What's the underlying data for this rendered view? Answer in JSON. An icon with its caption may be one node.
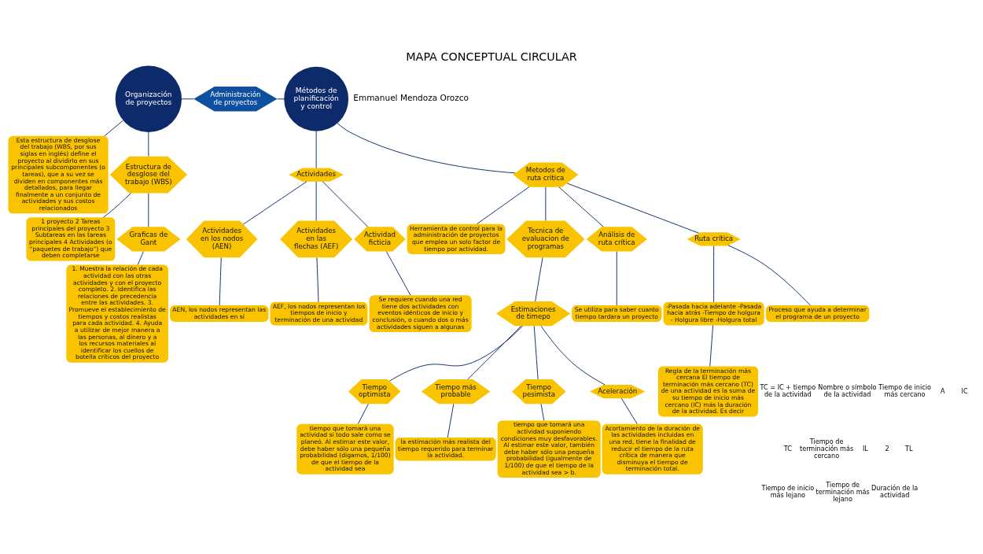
{
  "diagram": {
    "title": "MAPA CONCEPTUAL CIRCULAR",
    "nodes": [
      {
        "text": [
          "Organización de proyectos"
        ]
      },
      {
        "text": [
          "Administración de proyectos"
        ]
      },
      {
        "text": [
          "Métodos de planificación y control"
        ]
      },
      {
        "text": [
          "Esta estructura de desglose del trabajo (WBS, por sus siglas en inglés) define el proyecto al dividirlo en sus principales subcomponentes (o tareas), que a su vez se dividen en componentes más detallados, para llegar finalmente a un conjunto de actividades y sus costos relacionados"
        ]
      },
      {
        "text": [
          "Estructura de desglose del trabajo (WBS)"
        ]
      },
      {
        "text": [
          "1 proyecto 2 Tareas principales del proyecto 3 Subtareas en las tareas principales 4 Actividades (o “paquetes de trabajo”) que deben completarse"
        ]
      },
      {
        "text": [
          "Graficas de Gant"
        ]
      },
      {
        "text": [
          "1. Muestra la relación de cada actividad con las otras actividades y con el proyecto completo. 2. Identifica las relaciones de precedencia entre las actividades. 3. Promueve el establecimiento de tiempos y costos realistas para cada actividad. 4. Ayuda a utilizar de mejor manera a las personas, al dinero y a los recursos materiales al identificar los cuellos de botella críticos del proyecto"
        ]
      },
      {
        "text": [
          "Actividades"
        ]
      },
      {
        "text": [
          "Metodos de ruta critica"
        ]
      },
      {
        "text": [
          "Herramienta de control para la administración de proyectos que emplea un solo factor de tiempo por actividad."
        ]
      },
      {
        "text": [
          "Tecnica de evaluacion de programas"
        ]
      },
      {
        "text": [
          "Estimaciones de timepo"
        ]
      },
      {
        "text": [
          "Tiempo optimista"
        ]
      },
      {
        "text": [
          "tiempo que tomará una actividad si todo sale como se planeó. Al estimar este valor, debe haber sólo una pequeña probabilidad (digamos, 1/100) de que el tiempo de la actividad sea"
        ]
      },
      {
        "text": [
          "Tiempo más probable"
        ]
      },
      {
        "text": [
          "la estimación más realista del tiempo requerido para terminar la actividad."
        ]
      },
      {
        "text": [
          "Tiempo pesimista"
        ]
      },
      {
        "text": [
          "tiempo que tomará una actividad suponiendo condiciones muy desfavorables. Al estimar este valor, también debe haber sólo una pequeña probabilidad (igualmente de 1/100) de que el tiempo de la actividad sea > b."
        ]
      },
      {
        "text": [
          "Aceleración"
        ]
      },
      {
        "text": [
          "Acortamiento de la duración de las actividades incluidas en una red, tiene la finalidad de reducir el tiempo de la ruta crítica de manera que disminuya el tiempo de terminación total."
        ]
      },
      {
        "text": [
          "Análisis de ruta crítica"
        ]
      },
      {
        "text": [
          "Ruta crítica"
        ]
      },
      {
        "text": [
          "-Pasada hacia adelante -Pasada hacia atrás -Tiempo de holgura - Holgura libre -Holgura total"
        ]
      },
      {
        "text": [
          "Se utiliza para saber cuanto tiempo tardara un proyecto"
        ]
      },
      {
        "text": [
          "Proceso que ayuda a determinar el programa de un proyecto"
        ]
      },
      {
        "text": [
          "Regla de la terminación más cercana El tiempo de terminación más cercano (TC) de una actividad es la suma de su tiempo de inicio más cercano (IC) más la duración de la actividad. Es decir"
        ]
      },
      {
        "text": [
          "Actividades en los nodos (AEN)"
        ]
      },
      {
        "text": [
          "Actividades en las flechas (AEF)"
        ]
      },
      {
        "text": [
          "Actividad ficticia"
        ]
      },
      {
        "text": [
          "AEN, los nodos representan las actividades en sí"
        ]
      },
      {
        "text": [
          "AEF, los nodos representan los tiempos de inicio y terminación de una actividad"
        ]
      },
      {
        "text": [
          "Se requiere cuando una red tiene dos actividades con eventos idénticos de inicio y conclusión, o cuando dos o más actividades siguen a algunas"
        ]
      }
    ],
    "edges": [
      {
        "from": 0,
        "to": 1,
        "arrow": "none"
      },
      {
        "from": 1,
        "to": 2,
        "arrow": "none"
      },
      {
        "from": 0,
        "to": 3,
        "arrow": "none"
      },
      {
        "from": 0,
        "to": 4,
        "arrow": "none"
      },
      {
        "from": 4,
        "to": 5,
        "arrow": "none"
      },
      {
        "from": 4,
        "to": 6,
        "arrow": "none"
      },
      {
        "from": 6,
        "to": 7,
        "arrow": "none"
      },
      {
        "from": 2,
        "to": 8,
        "arrow": "none"
      },
      {
        "from": 2,
        "to": 9,
        "arrow": "none"
      },
      {
        "from": 9,
        "to": 10,
        "arrow": "none"
      },
      {
        "from": 9,
        "to": 11,
        "arrow": "none"
      },
      {
        "from": 11,
        "to": 12,
        "arrow": "none"
      },
      {
        "from": 12,
        "to": 13,
        "arrow": "none"
      },
      {
        "from": 13,
        "to": 14,
        "arrow": "none"
      },
      {
        "from": 12,
        "to": 15,
        "arrow": "none"
      },
      {
        "from": 15,
        "to": 16,
        "arrow": "none"
      },
      {
        "from": 12,
        "to": 17,
        "arrow": "none"
      },
      {
        "from": 17,
        "to": 18,
        "arrow": "none"
      },
      {
        "from": 12,
        "to": 19,
        "arrow": "none"
      },
      {
        "from": 19,
        "to": 20,
        "arrow": "none"
      },
      {
        "from": 9,
        "to": 21,
        "arrow": "none"
      },
      {
        "from": 9,
        "to": 22,
        "arrow": "none"
      },
      {
        "from": 22,
        "to": 23,
        "arrow": "none"
      },
      {
        "from": 23,
        "to": 26,
        "arrow": "none"
      },
      {
        "from": 21,
        "to": 24,
        "arrow": "none"
      },
      {
        "from": 22,
        "to": 25,
        "arrow": "none"
      },
      {
        "from": 8,
        "to": 27,
        "arrow": "none"
      },
      {
        "from": 8,
        "to": 28,
        "arrow": "none"
      },
      {
        "from": 8,
        "to": 29,
        "arrow": "none"
      },
      {
        "from": 27,
        "to": 30,
        "arrow": "none"
      },
      {
        "from": 28,
        "to": 31,
        "arrow": "none"
      },
      {
        "from": 29,
        "to": 32,
        "arrow": "none"
      }
    ],
    "labels": [
      "Emmanuel Mendoza Orozco",
      "TC = IC + tiempo de la actividad",
      "Nombre o símbolo de la actividad",
      "Tiempo de inicio más cercano",
      "A",
      "IC",
      "TC",
      "Tiempo de terminación más cercano",
      "IL",
      "2",
      "TL",
      "Tiempo de inicio más lejano",
      "Tiempo de terminación más lejano",
      "Duración de la actividad"
    ]
  }
}
